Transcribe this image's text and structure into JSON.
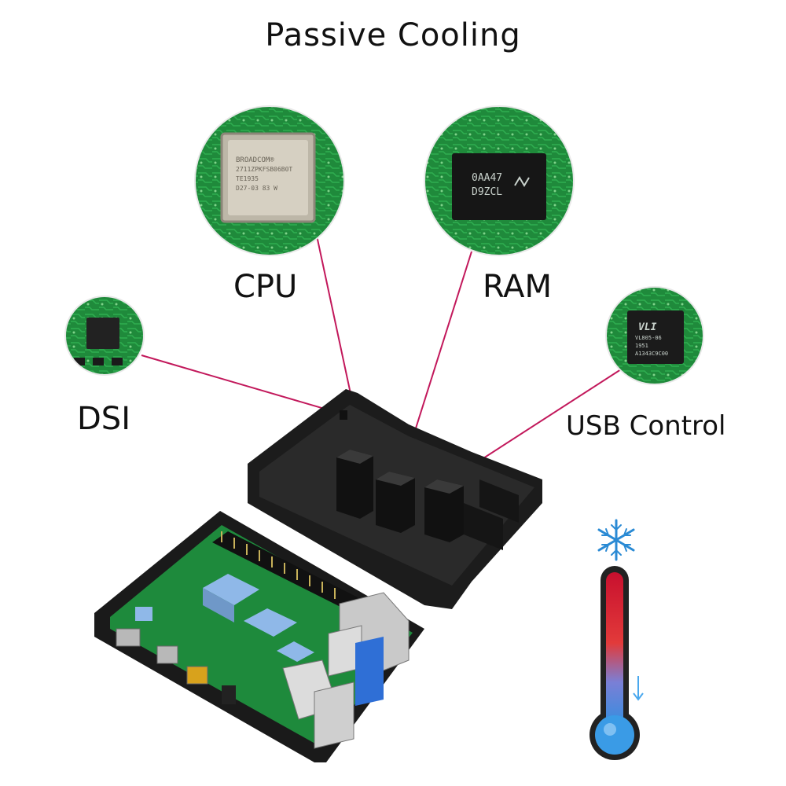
{
  "title": "Passive Cooling",
  "labels": {
    "cpu": "CPU",
    "ram": "RAM",
    "dsi": "DSI",
    "usb": "USB Control"
  },
  "chips": {
    "cpu_lines": [
      "BROADCOM®",
      "2711ZPKFSB06B0T",
      "TE1935",
      "D27-03 83 W"
    ],
    "ram_lines": [
      "0AA47",
      "D9ZCL"
    ],
    "usb_lines": [
      "VLI",
      "VL805-06",
      "1951",
      "A1343C9C00"
    ]
  },
  "colors": {
    "pcb_green": "#1e8a3c",
    "leader_line": "#c2185b",
    "case": "#1c1c1c",
    "thermometer_red": "#d81b1b",
    "thermometer_blue": "#2f8fe0"
  },
  "icons": [
    "snowflake-icon",
    "thermometer-icon"
  ]
}
